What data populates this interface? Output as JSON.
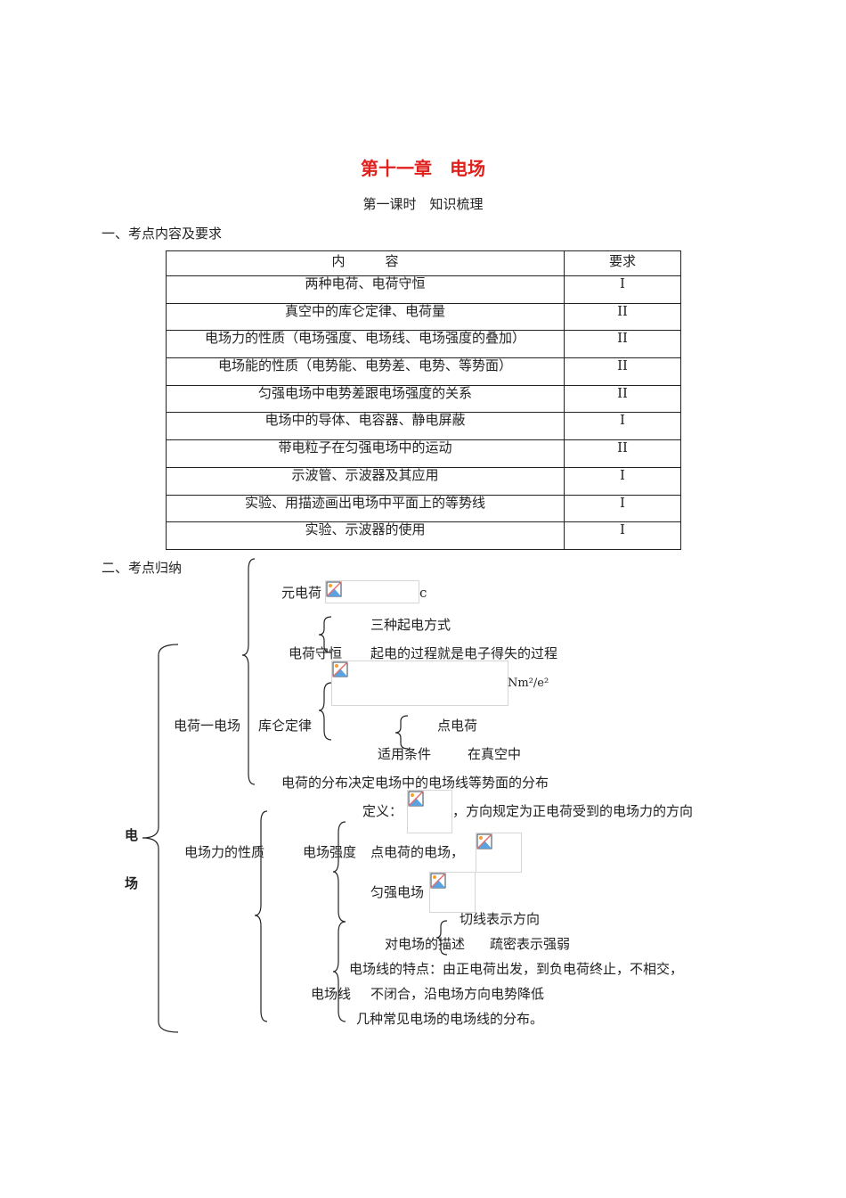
{
  "title": "第十一章　电场",
  "subtitle": "第一课时　知识梳理",
  "section1": "一、考点内容及要求",
  "table": {
    "headers": [
      "内　　　容",
      "要求"
    ],
    "rows": [
      [
        "两种电荷、电荷守恒",
        "I"
      ],
      [
        "真空中的库仑定律、电荷量",
        "II"
      ],
      [
        "电场力的性质（电场强度、电场线、电场强度的叠加）",
        "II"
      ],
      [
        "电场能的性质（电势能、电势差、电势、等势面）",
        "II"
      ],
      [
        "匀强电场中电势差跟电场强度的关系",
        "II"
      ],
      [
        "电场中的导体、电容器、静电屏蔽",
        "I"
      ],
      [
        "带电粒子在匀强电场中的运动",
        "II"
      ],
      [
        "示波管、示波器及其应用",
        "I"
      ],
      [
        "实验、用描迹画出电场中平面上的等势线",
        "I"
      ],
      [
        "实验、示波器的使用",
        "I"
      ]
    ]
  },
  "section2": "二、考点归纳",
  "tree": {
    "root_top": "电",
    "root_bottom": "场",
    "charge_field": "电荷一电场",
    "elementary_charge": "元电荷",
    "elementary_charge_unit": "c",
    "conservation": "电荷守恒",
    "three_ways": "三种起电方式",
    "process": "起电的过程就是电子得失的过程",
    "coulomb": "库仑定律",
    "coulomb_unit": "Nm²/e²",
    "conditions": "适用条件",
    "point_charge": "点电荷",
    "vacuum": "在真空中",
    "distribution": "电荷的分布决定电场中的电场线等势面的分布",
    "force_nature": "电场力的性质",
    "field_strength": "电场强度",
    "definition": "定义：",
    "direction_rule": "，方向规定为正电荷受到的电场力的方向",
    "point_field": "点电荷的电场，",
    "uniform_field": "匀强电场",
    "tangent": "切线表示方向",
    "description": "对电场的描述",
    "density": "疏密表示强弱",
    "features": "电场线的特点：由正电荷出发，到负电荷终止，不相交，",
    "field_lines": "电场线",
    "not_closed": "不闭合，沿电场方向电势降低",
    "common": "几种常见电场的电场线的分布。"
  }
}
